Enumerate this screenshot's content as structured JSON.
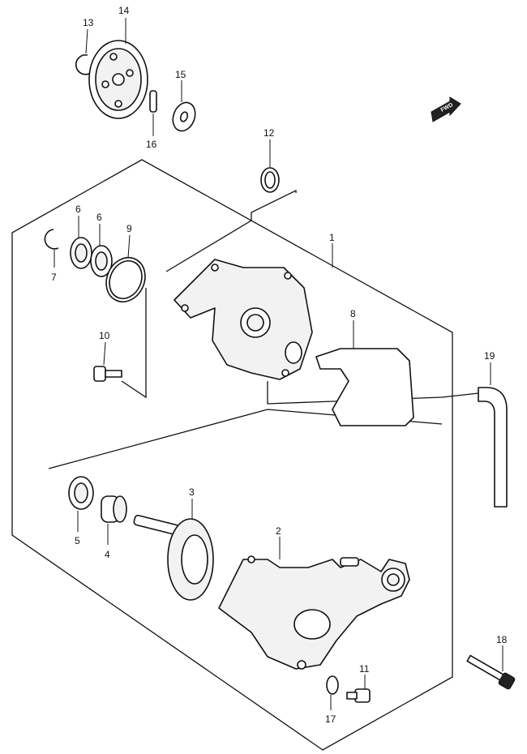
{
  "callouts": [
    "1",
    "2",
    "3",
    "4",
    "5",
    "6",
    "6",
    "7",
    "8",
    "9",
    "10",
    "11",
    "12",
    "13",
    "14",
    "15",
    "16",
    "17",
    "18",
    "19"
  ],
  "fwd_label": "FWD"
}
